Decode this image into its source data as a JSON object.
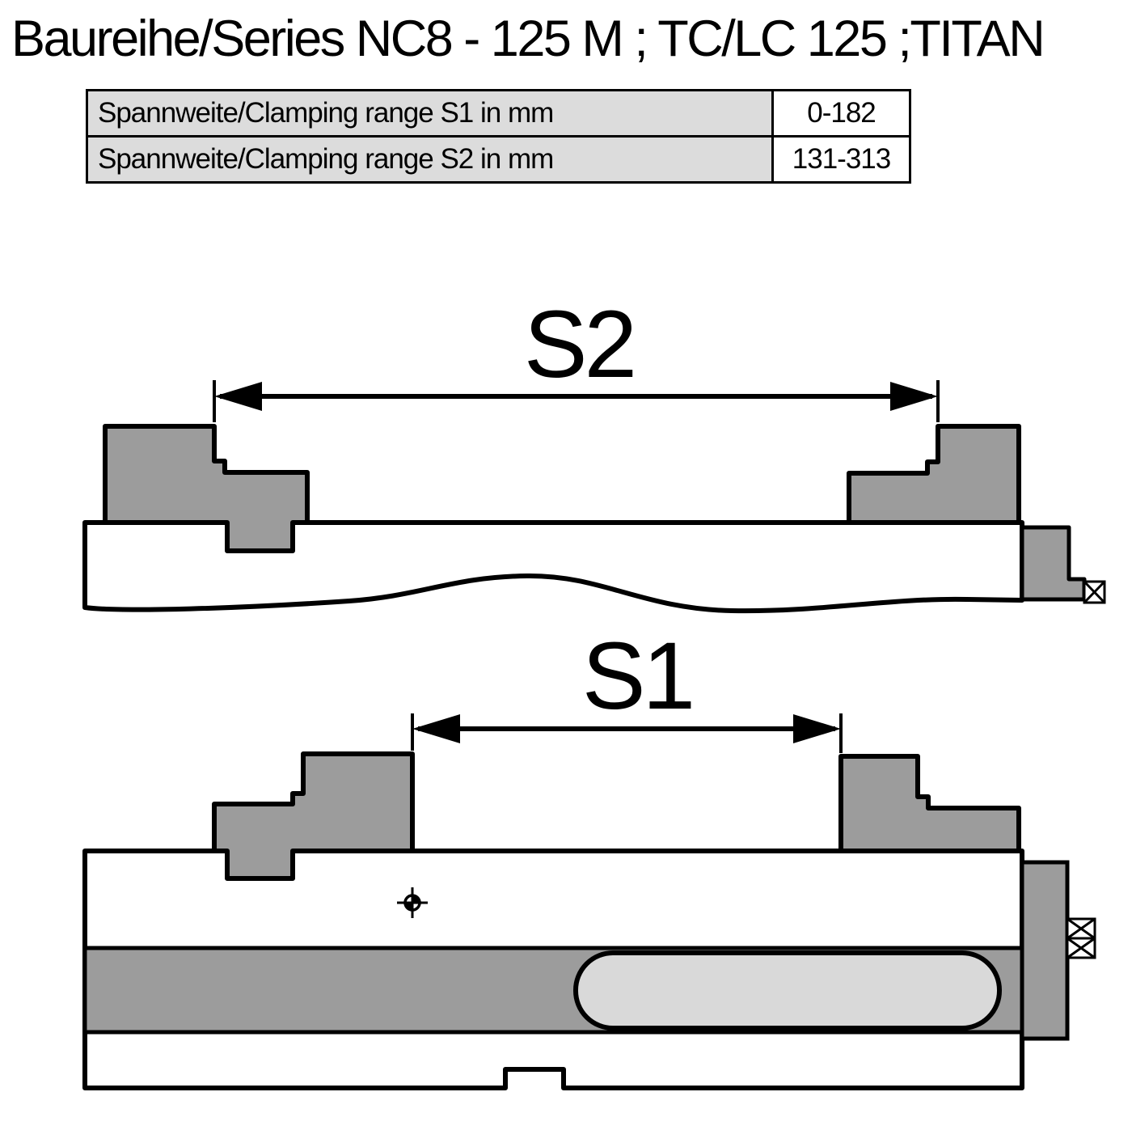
{
  "title": "Baureihe/Series NC8 - 125 M ; TC/LC 125 ;TITAN",
  "table": {
    "rows": [
      {
        "label": "Spannweite/Clamping range S1 in mm",
        "value": "0-182"
      },
      {
        "label": "Spannweite/Clamping range S2 in mm",
        "value": "131-313"
      }
    ]
  },
  "diagrams": {
    "top": {
      "dimension_label": "S2"
    },
    "bottom": {
      "dimension_label": "S1"
    }
  },
  "colors": {
    "part_gray": "#9c9c9c",
    "slot_gray": "#d9d9d9",
    "outline": "#000000",
    "table_label_bg": "#dcdcdc"
  }
}
